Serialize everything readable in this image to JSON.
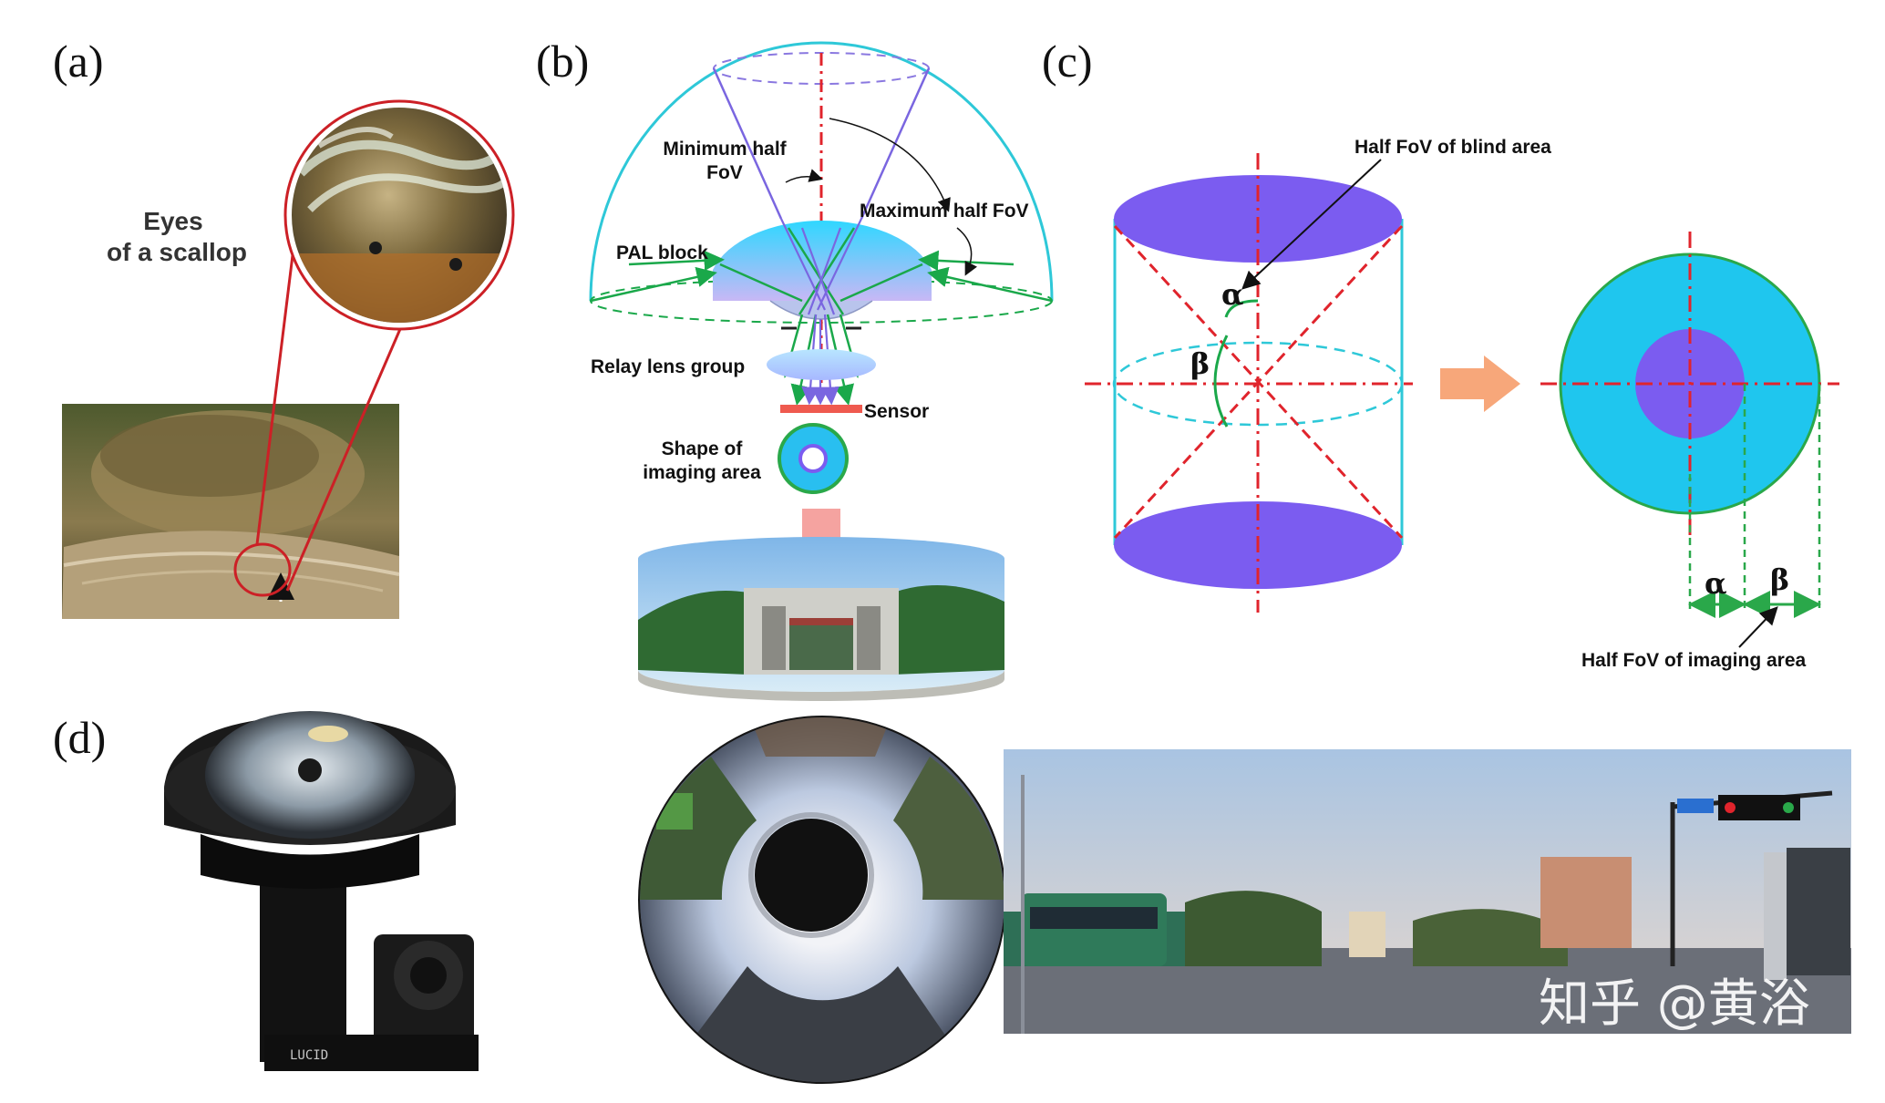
{
  "panels": {
    "a": {
      "label": "(a)",
      "callout_line1": "Eyes",
      "callout_line2": "of a scallop"
    },
    "b": {
      "label": "(b)",
      "min_fov_line1": "Minimum half",
      "min_fov_line2": "FoV",
      "max_fov": "Maximum half FoV",
      "pal_block": "PAL block",
      "relay_lens": "Relay lens group",
      "sensor": "Sensor",
      "shape_line1": "Shape of",
      "shape_line2": "imaging area"
    },
    "c": {
      "label": "(c)",
      "blind_area": "Half FoV of blind area",
      "alpha": "α",
      "beta": "β",
      "alpha_right": "α",
      "beta_right": "β",
      "imaging_area": "Half FoV of imaging area"
    },
    "d": {
      "label": "(d)",
      "camera_brand": "LUCID"
    }
  },
  "watermark": "知乎 @黄浴",
  "colors": {
    "dome": "#2ec8d8",
    "red_dash": "#e0242c",
    "green_ray": "#1aa84a",
    "violet_ray": "#7a66e0",
    "blind_area": "#7b5cf0",
    "imaging_area": "#1fc6ee",
    "green_ring": "#2aa84a",
    "arrow_orange": "#f7a77a",
    "arrow_pink": "#f5a3a0",
    "sensor": "#ef5a4f"
  }
}
